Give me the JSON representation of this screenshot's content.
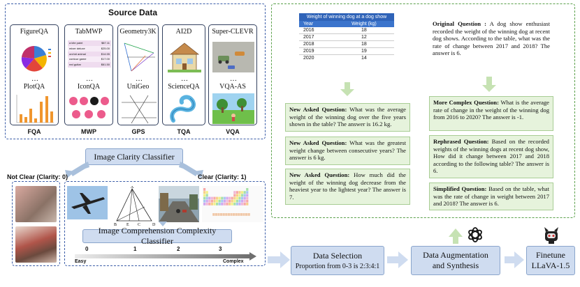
{
  "source_data": {
    "title": "Source Data",
    "cards": [
      {
        "top": "FigureQA",
        "bottom": "PlotQA",
        "category": "FQA"
      },
      {
        "top": "TabMWP",
        "bottom": "IconQA",
        "category": "MWP"
      },
      {
        "top": "Geometry3K",
        "bottom": "UniGeo",
        "category": "GPS"
      },
      {
        "top": "AI2D",
        "bottom": "ScienceQA",
        "category": "TQA"
      },
      {
        "top": "Super-CLEVR",
        "bottom": "VQA-AS",
        "category": "VQA"
      }
    ],
    "ellipsis": "…",
    "tabmwp_rows": [
      {
        "item": "a kite paint",
        "price": "$87.11"
      },
      {
        "item": "mixer deluxe",
        "price": "$25.00"
      },
      {
        "item": "orchid animal",
        "price": "$14.55"
      },
      {
        "item": "contour game",
        "price": "$17.00"
      },
      {
        "item": "red guitar",
        "price": "$61.50"
      }
    ]
  },
  "classifier": {
    "clarity_label": "Image Clarity Classifier",
    "not_clear": "Not Clear (Clarity: 0)",
    "clear": "Clear (Clarity: 1)",
    "complexity_label": "Image Comprehension Complexity Classifier",
    "scale_ticks": [
      "0",
      "1",
      "2",
      "3"
    ],
    "scale_easy": "Easy",
    "scale_complex": "Complex",
    "geo_labels": [
      "A",
      "B",
      "E",
      "C",
      "D"
    ]
  },
  "table": {
    "title": "Weight of winning dog at a dog show",
    "headers": [
      "Year",
      "Weight (kg)"
    ],
    "rows": [
      [
        "2016",
        "18"
      ],
      [
        "2017",
        "12"
      ],
      [
        "2018",
        "18"
      ],
      [
        "2019",
        "19"
      ],
      [
        "2020",
        "14"
      ]
    ]
  },
  "questions": {
    "original": {
      "label": "Original Question :",
      "text": "A dog show enthusiast recorded the weight of the winning dog at recent dog shows. According to the table, what was the rate of change between 2017 and 2018? The answer is 6."
    },
    "new1": {
      "label": "New Asked Question:",
      "text": "What was the average weight of the winning dog over the five years shown in the table? The answer is 16.2 kg."
    },
    "new2": {
      "label": "New Asked Question:",
      "text": "What was the greatest weight change between consecutive years? The answer is 6 kg."
    },
    "new3": {
      "label": "New Asked Question:",
      "text": "How much did the weight of the winning dog decrease from the heaviest year to the lightest year? The answer is 7."
    },
    "complex": {
      "label": "More Complex Question:",
      "text": "What is the average rate of change in the weight of the winning dog from 2016 to 2020? The answer is -1."
    },
    "rephrased": {
      "label": "Rephrased Question:",
      "text": "Based on the recorded weights of the winning dogs at recent dog show, How did it change between 2017 and 2018 according to the following table? The answer is 6."
    },
    "simplified": {
      "label": "Simplified Question:",
      "text": "Based on the table, what was the rate of change in weight between 2017 and 2018? The answer is 6."
    }
  },
  "pipeline": {
    "selection_title": "Data Selection",
    "selection_sub": "Proportion from 0-3 is 2:3:4:1",
    "augmentation": "Data Augmentation and Synthesis",
    "finetune": "Finetune LLaVA-1.5"
  },
  "colors": {
    "blue_box": "#cfdcf0",
    "green_box": "#e6f3dc",
    "table_header": "#2f63b8",
    "arrow": "#a9c0dc"
  }
}
